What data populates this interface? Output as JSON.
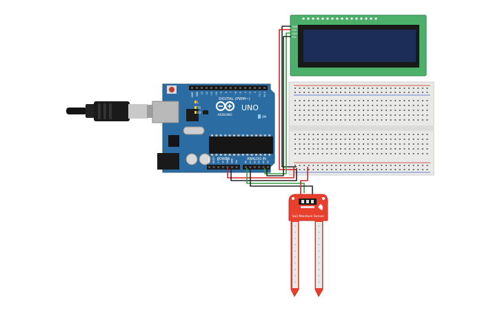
{
  "arduino": {
    "brand": "ARDUINO",
    "model": "UNO",
    "digital_label": "DIGITAL (PWM~)",
    "power_label": "POWER",
    "analog_label": "ANALOG IN",
    "on_label": "ON",
    "tx_label": "TX",
    "rx_label": "RX",
    "l_label": "L",
    "digital_pins": [
      "AREF",
      "GND",
      "13",
      "12",
      "~11",
      "~10",
      "~9",
      "8",
      "7",
      "~6",
      "~5",
      "4",
      "~3",
      "2",
      "TX 1",
      "RX 0"
    ],
    "power_pins": [
      "IOREF",
      "RESET",
      "3.3V",
      "5V",
      "GND",
      "GND",
      "Vin"
    ],
    "analog_pins": [
      "A0",
      "A1",
      "A2",
      "A3",
      "A4",
      "A5"
    ]
  },
  "lcd": {
    "pins": [
      "GND",
      "VCC",
      "SDA",
      "SCL"
    ]
  },
  "sensor": {
    "label": "Soil Moisture Sensor"
  },
  "colors": {
    "board": "#2b6ca3",
    "board_dark": "#1f5282",
    "lcd_pcb": "#4caf6a",
    "lcd_screen": "#1c2d57",
    "breadboard": "#e9e9e7",
    "sensor": "#e8402c",
    "wire_red": "#d62020",
    "wire_black": "#222222",
    "wire_green": "#2fa13a"
  }
}
